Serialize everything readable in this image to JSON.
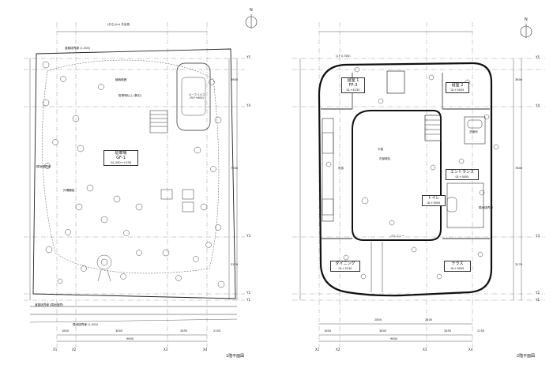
{
  "sheets": [
    {
      "caption": "1階平面図",
      "top_note": "(おむ)(m) 外延長",
      "grid_cols": [
        "X1",
        "X2",
        "X3",
        "X4"
      ],
      "grid_rows": [
        "Y5",
        "Y4",
        "Y3",
        "Y2",
        "Y1"
      ],
      "dims_bottom": [
        "1800",
        "3600",
        "2850",
        "2150"
      ],
      "dims_right": [
        "3600",
        "7800",
        "3170"
      ],
      "total_width": "9600",
      "rooms": [
        {
          "name": "駐車場",
          "level": "GF-1",
          "fl": "GL-200〜+200"
        },
        {
          "name": "ルーフバルコ",
          "level": "",
          "fl": "(FLF+600)"
        }
      ],
      "notes": [
        "道路境界線 (1,000)",
        "植栽範囲",
        "駐車場仕上 (敷石)",
        "外構舗装",
        "隣地境界線",
        "道路境界線 (隣地境界)",
        "隣地境界線 (1,000)"
      ]
    },
    {
      "caption": "2階平面図",
      "top_note": "(1F  (i,500)",
      "grid_cols": [
        "X1",
        "X2",
        "X3",
        "X4"
      ],
      "grid_rows": [
        "Y5",
        "Y4",
        "Y3",
        "Y2",
        "Y1"
      ],
      "dims_bottom": [
        "2800",
        "2400"
      ],
      "dims_bottom2": [
        "1800",
        "3600",
        "2850",
        "2150"
      ],
      "total_width": "9600",
      "dims_right": [
        "3600",
        "7800",
        "3170"
      ],
      "rooms": [
        {
          "name": "寝室 1",
          "level": "FF-3",
          "fl": "GL+4235"
        },
        {
          "name": "寝室 2",
          "level": "",
          "fl": "GL+3055"
        },
        {
          "name": "洗面所",
          "level": "",
          "fl": ""
        },
        {
          "name": "エントランス",
          "level": "",
          "fl": "GL+3055"
        },
        {
          "name": "トイレ",
          "level": "",
          "fl": "GL+3055"
        },
        {
          "name": "ダイニング",
          "level": "",
          "fl": "GL+3130"
        },
        {
          "name": "テラス",
          "level": "",
          "fl": "GL+3055"
        }
      ],
      "notes": [
        "中庭",
        "バルコニー",
        "吹抜",
        "内部緑化",
        "隣地境界線"
      ]
    }
  ],
  "north_mark": "N"
}
